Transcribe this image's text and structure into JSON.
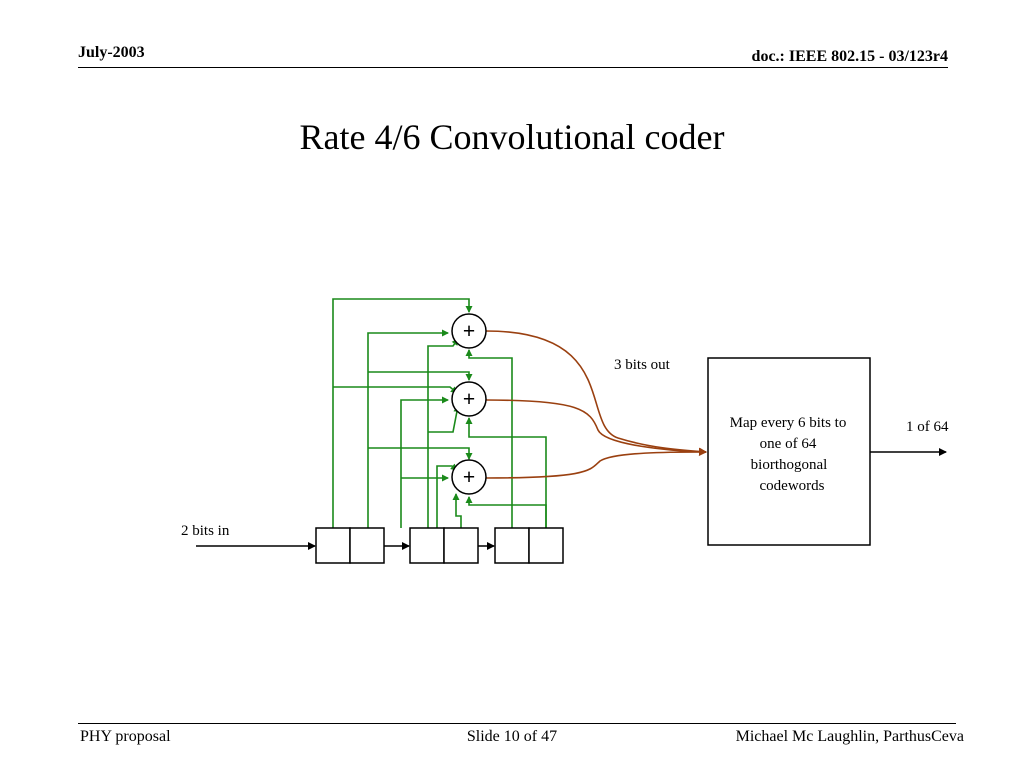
{
  "header": {
    "date": "July-2003",
    "doc_id": "doc.: IEEE 802.15 -  03/123r4"
  },
  "slide": {
    "title": "Rate 4/6 Convolutional coder"
  },
  "diagram": {
    "input_label": "2 bits in",
    "output_bits_label": "3 bits out",
    "mapper_lines": [
      "Map every 6 bits to",
      "one of 64",
      "biorthogonal",
      "codewords"
    ],
    "result_label": "1 of 64",
    "adder_symbol": "+",
    "colors": {
      "taps": "#1a8a1a",
      "outputs": "#9a4010",
      "structure": "#000000"
    }
  },
  "footer": {
    "left": "PHY proposal",
    "center": "Slide 10 of 47",
    "right": "Michael Mc Laughlin, ParthusCeva"
  }
}
